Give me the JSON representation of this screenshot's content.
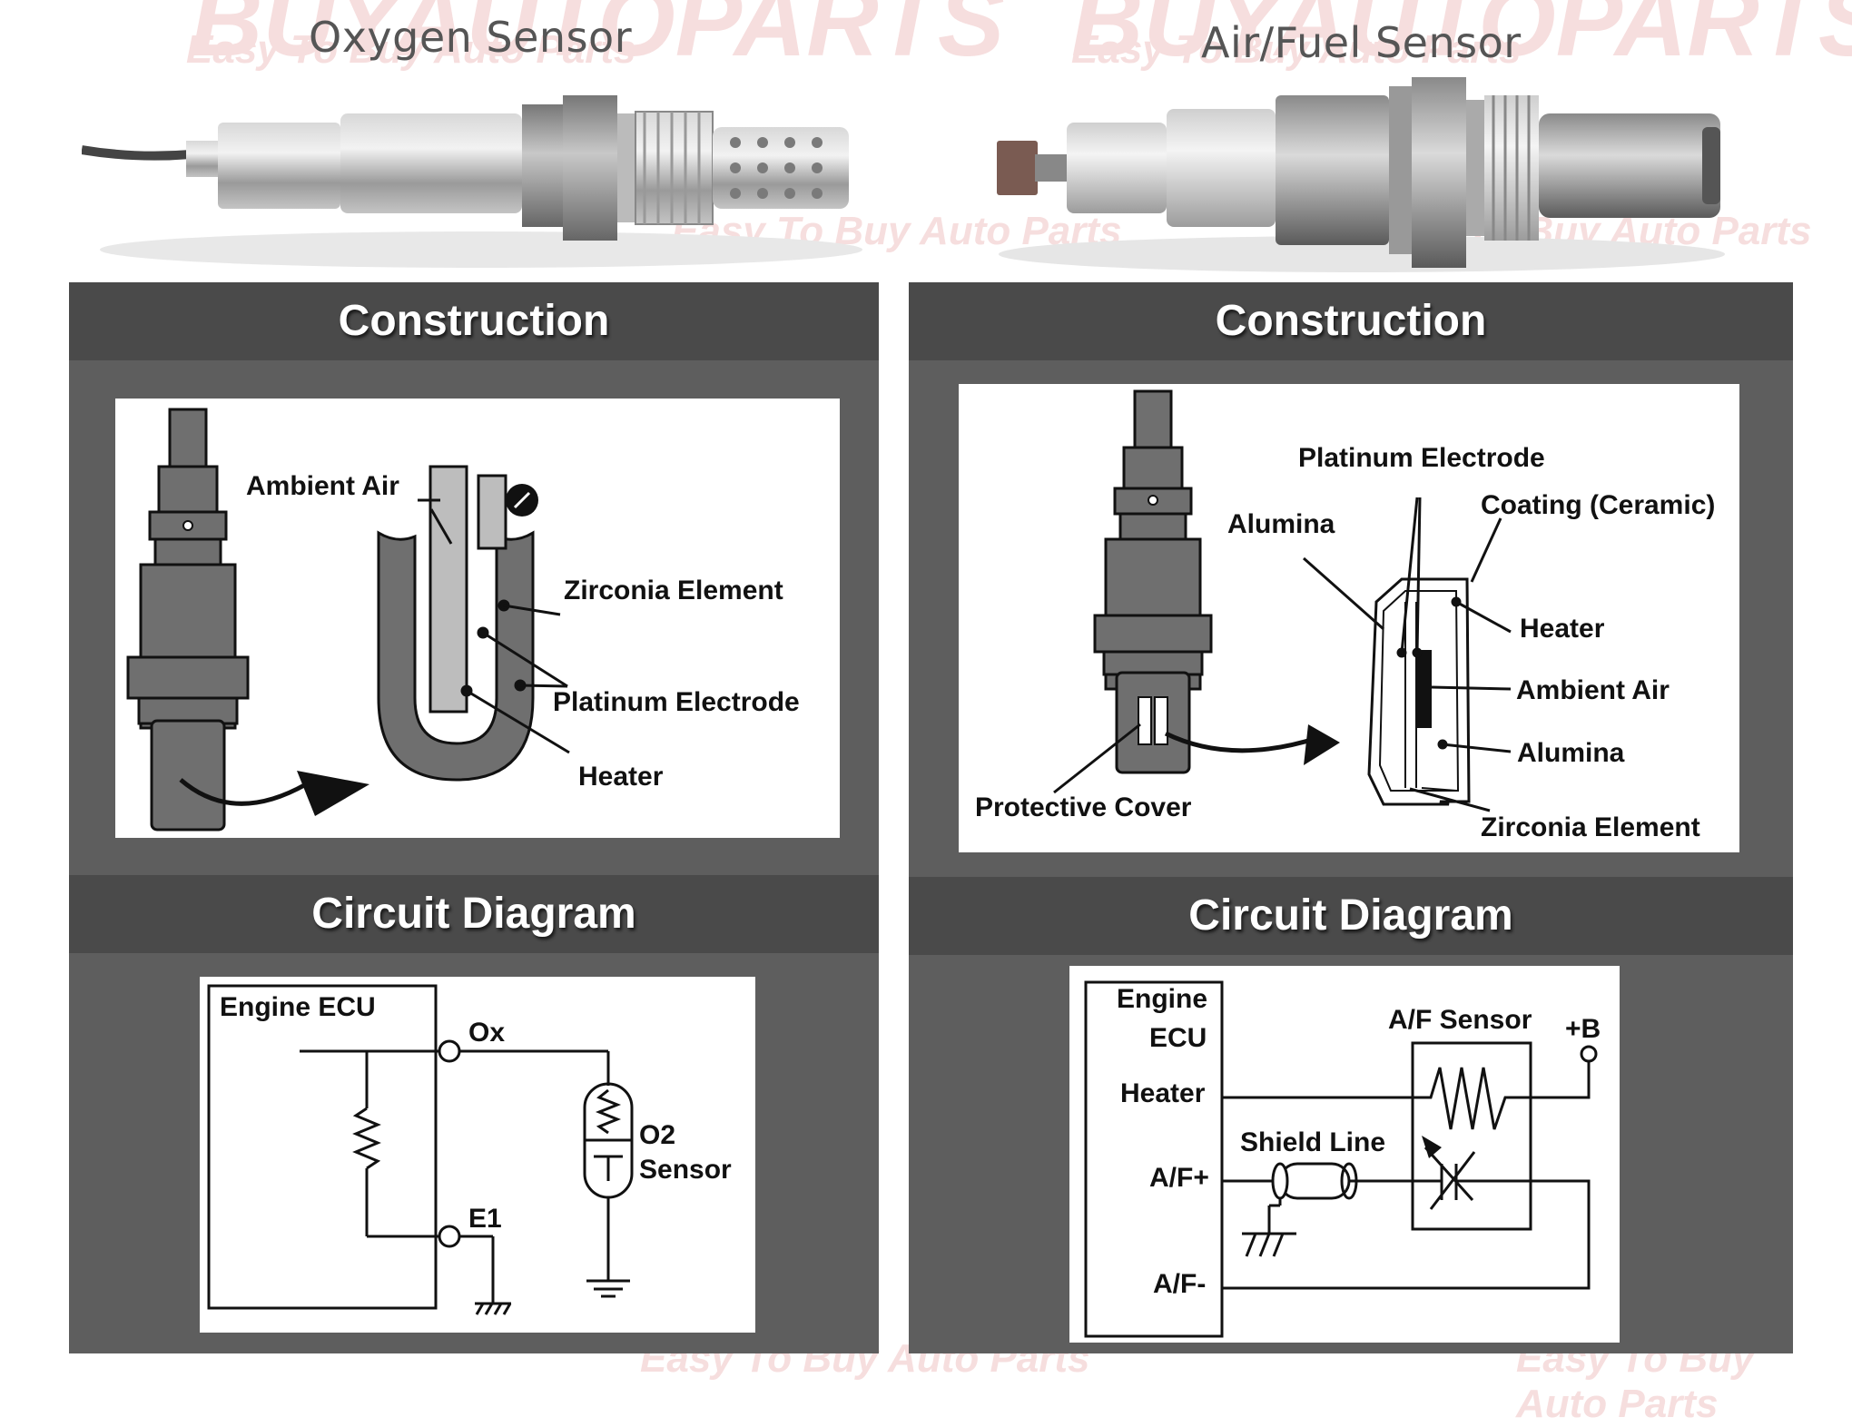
{
  "titles": {
    "left": "Oxygen Sensor",
    "right": "Air/Fuel Sensor"
  },
  "watermark": {
    "brand": "BUYAUTOPARTS",
    "tagline": "Easy To Buy Auto Parts"
  },
  "left_panel": {
    "construction_header": "Construction",
    "circuit_header": "Circuit Diagram",
    "construction_labels": {
      "ambient_air": "Ambient Air",
      "zirconia": "Zirconia Element",
      "platinum": "Platinum Electrode",
      "heater": "Heater"
    },
    "circuit_labels": {
      "engine_ecu": "Engine ECU",
      "ox": "Ox",
      "e1": "E1",
      "o2": "O2",
      "sensor": "Sensor"
    }
  },
  "right_panel": {
    "construction_header": "Construction",
    "circuit_header": "Circuit Diagram",
    "construction_labels": {
      "platinum": "Platinum Electrode",
      "alumina_top": "Alumina",
      "coating": "Coating (Ceramic)",
      "heater": "Heater",
      "ambient_air": "Ambient Air",
      "alumina_bottom": "Alumina",
      "protective_cover": "Protective Cover",
      "zirconia": "Zirconia Element"
    },
    "circuit_labels": {
      "engine": "Engine",
      "ecu": "ECU",
      "heater": "Heater",
      "af_plus": "A/F+",
      "af_minus": "A/F-",
      "shield_line": "Shield Line",
      "af_sensor": "A/F Sensor",
      "plus_b": "+B"
    }
  },
  "colors": {
    "panel_bg": "#5e5e5e",
    "header_bg": "#4a4a4a",
    "watermark": "#f6dede",
    "sensor_body": "#6f6f6f",
    "title_text": "#555555"
  }
}
